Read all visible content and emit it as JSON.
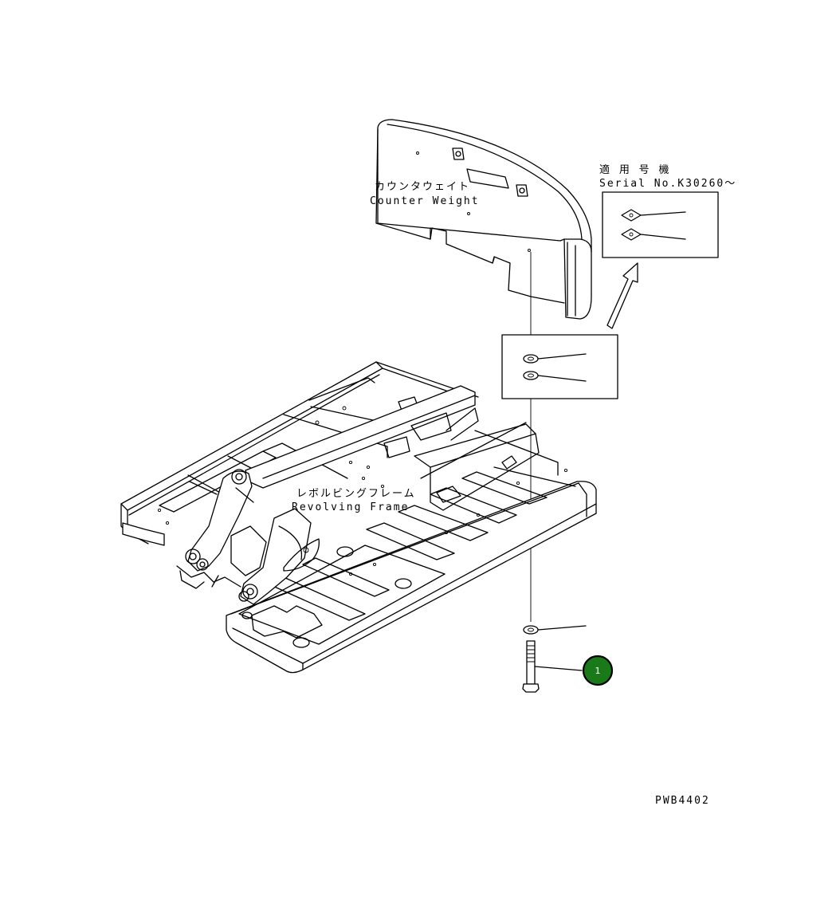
{
  "labels": {
    "counterweight_ja": "カウンタウェイト",
    "counterweight_en": "Counter Weight",
    "revolving_frame_ja": "レボルビングフレーム",
    "revolving_frame_en": "Revolving Frame",
    "applicable_ja": "適 用 号 機",
    "serial_range": "Serial No.K30260～",
    "drawing_number": "PWB4402"
  },
  "callouts": [
    {
      "number": "1",
      "color": "#1a7a1a"
    }
  ],
  "colors": {
    "line": "#000000",
    "background": "#ffffff",
    "callout_fill": "#1a7a1a"
  }
}
